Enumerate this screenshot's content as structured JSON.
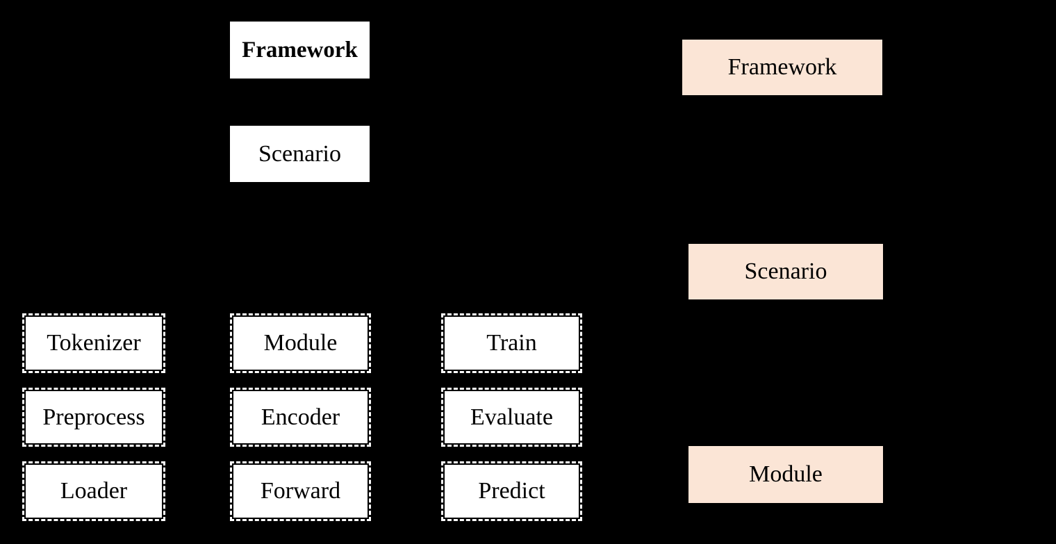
{
  "colors": {
    "background": "#000000",
    "node_fill": "#ffffff",
    "highlight_fill": "#fbe5d6",
    "text": "#000000",
    "dashed_border": "#ffffff"
  },
  "left_diagram": {
    "framework_label": "Framework",
    "scenario_label": "Scenario",
    "module_grid": [
      [
        "Tokenizer",
        "Module",
        "Train"
      ],
      [
        "Preprocess",
        "Encoder",
        "Evaluate"
      ],
      [
        "Loader",
        "Forward",
        "Predict"
      ]
    ]
  },
  "right_diagram": {
    "framework_label": "Framework",
    "scenario_label": "Scenario",
    "module_label": "Module"
  }
}
